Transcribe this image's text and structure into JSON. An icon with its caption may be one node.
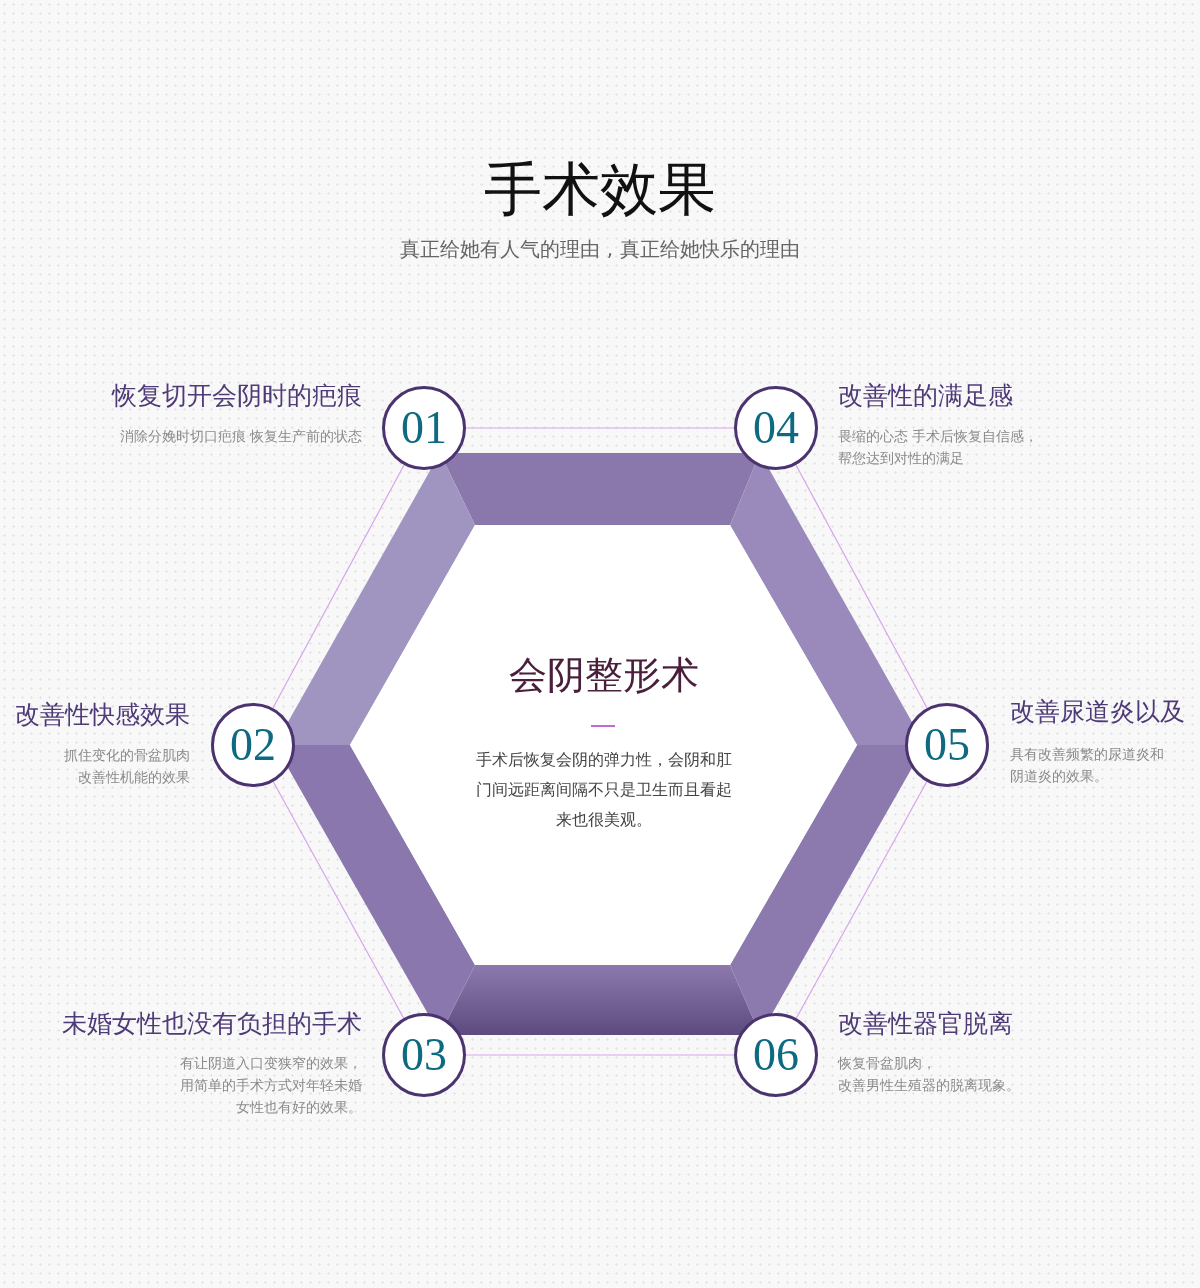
{
  "diagram": {
    "title": "手术效果",
    "nodes": [
      {
        "text": [
          "01"
        ],
        "beside": [
          "恢复切开会阴时的疤痕",
          "消除分娩时切口疤痕 恢复生产前的状态"
        ]
      },
      {
        "text": [
          "02"
        ],
        "beside": [
          "改善性快感效果",
          "抓住变化的骨盆肌肉改善性机能的效果"
        ]
      },
      {
        "text": [
          "03"
        ],
        "beside": [
          "未婚女性也没有负担的手术",
          "有让阴道入口变狭窄的效果，用简单的手术方式对年轻未婚女性也有好的效果。"
        ]
      },
      {
        "text": [
          "04"
        ],
        "beside": [
          "改善性的满足感",
          "畏缩的心态 手术后恢复自信感，帮您达到对性的满足"
        ]
      },
      {
        "text": [
          "05"
        ],
        "beside": [
          "改善尿道炎以及",
          "具有改善频繁的尿道炎和阴道炎的效果。"
        ]
      },
      {
        "text": [
          "06"
        ],
        "beside": [
          "改善性器官脱离",
          "恢复骨盆肌肉，改善男性生殖器的脱离现象。"
        ]
      },
      {
        "text": [
          "会阴整形术",
          "手术后恢复会阴的弹力性，会阴和肛门间远距离间隔不只是卫生而且看起来也很美观。"
        ]
      }
    ],
    "edges": [
      {
        "from": 0,
        "to": 3,
        "arrow": "none"
      },
      {
        "from": 3,
        "to": 4,
        "arrow": "none"
      },
      {
        "from": 4,
        "to": 5,
        "arrow": "none"
      },
      {
        "from": 5,
        "to": 2,
        "arrow": "none"
      },
      {
        "from": 2,
        "to": 1,
        "arrow": "none"
      },
      {
        "from": 1,
        "to": 0,
        "arrow": "none"
      }
    ],
    "labels": [
      "真正给她有人气的理由 , 真正给她快乐的理由"
    ]
  }
}
